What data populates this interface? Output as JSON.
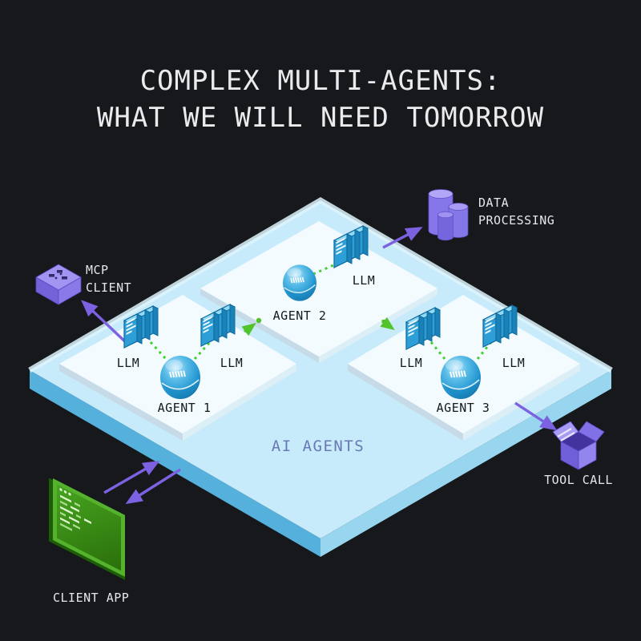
{
  "title": {
    "line1": "COMPLEX MULTI-AGENTS:",
    "line2": "WHAT WE WILL NEED TOMORROW"
  },
  "platform": {
    "label": "AI AGENTS"
  },
  "agents": [
    {
      "name": "AGENT 1",
      "llms": [
        "LLM",
        "LLM"
      ]
    },
    {
      "name": "AGENT 2",
      "llms": [
        "LLM"
      ]
    },
    {
      "name": "AGENT 3",
      "llms": [
        "LLM",
        "LLM"
      ]
    }
  ],
  "externals": {
    "mcp_client": {
      "line1": "MCP",
      "line2": "CLIENT",
      "icon": "mcp-cube-icon"
    },
    "data_processing": {
      "line1": "DATA",
      "line2": "PROCESSING",
      "icon": "database-cylinders-icon"
    },
    "tool_call": {
      "label": "TOOL CALL",
      "icon": "open-box-icon"
    },
    "client_app": {
      "label": "CLIENT APP",
      "icon": "code-window-icon"
    }
  },
  "colors": {
    "background": "#16181c",
    "platform_top": "#c7ebfa",
    "platform_side_left": "#55b0dc",
    "platform_side_right": "#97d6ee",
    "subplatform_top": "#f4fbfe",
    "arrow_purple": "#7c61e0",
    "arrow_green": "#53c32c",
    "dotted_green": "#3fd12f",
    "icon_purple": "#8a7ae8",
    "client_app_green": "#4ea32a",
    "llm_blue": "#2d9fd6",
    "sphere_blue": "#2d9fd8",
    "label_light": "#e6e7ea",
    "label_dark": "#15181d",
    "ai_agents_label": "#6979b5"
  }
}
